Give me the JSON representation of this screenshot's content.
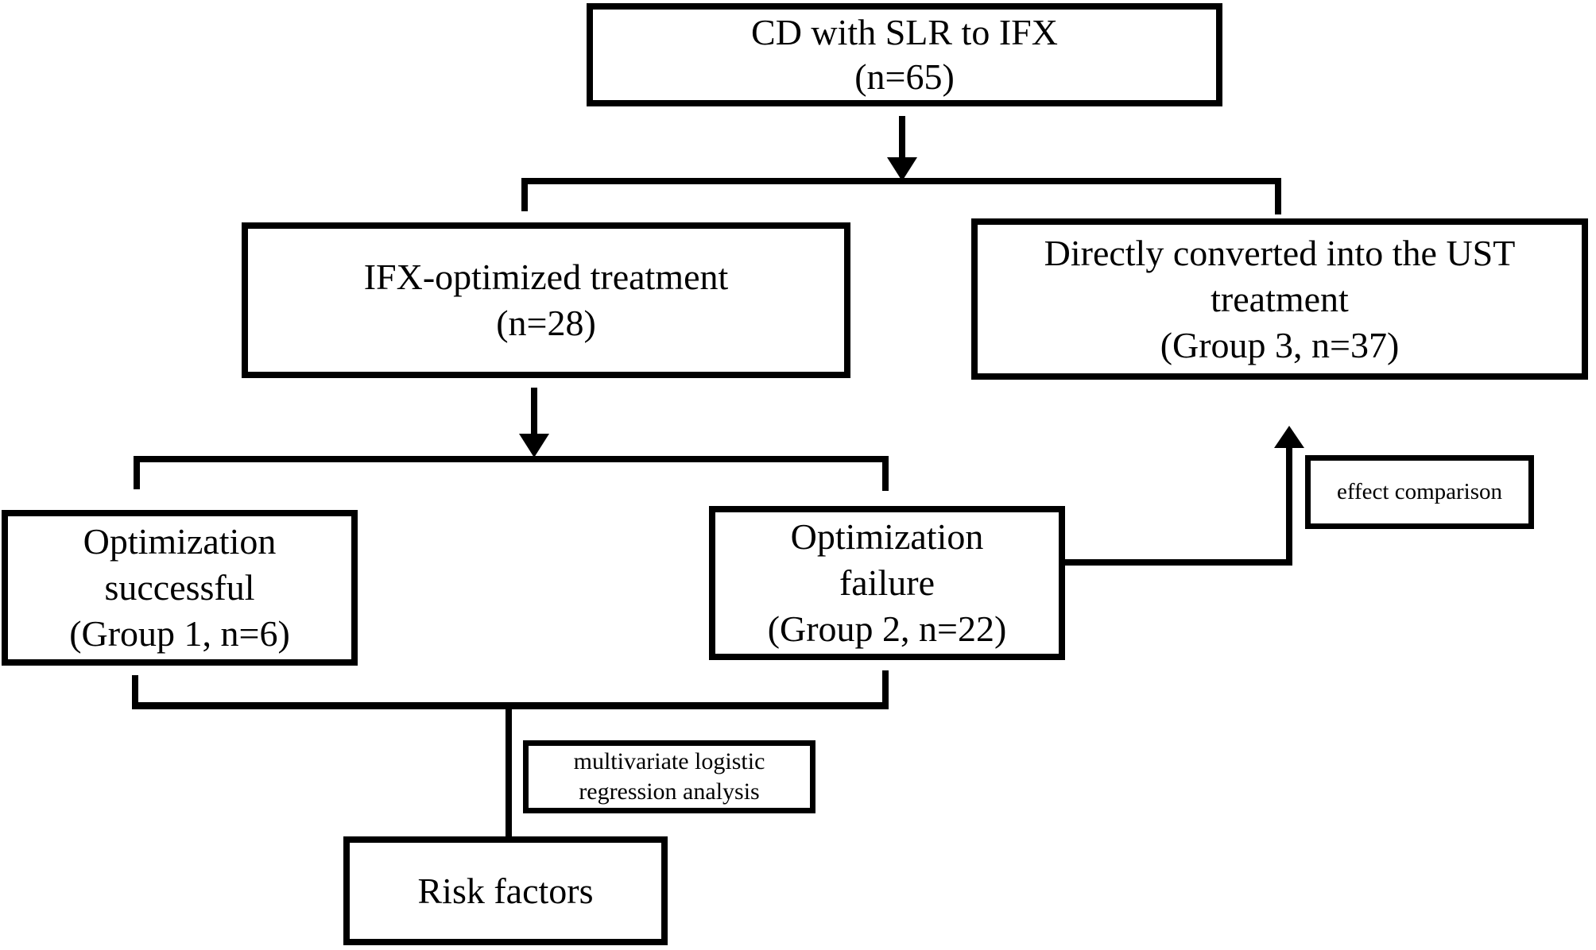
{
  "colors": {
    "ink": "#000000",
    "background": "#ffffff"
  },
  "nodes": {
    "root": {
      "lines": [
        "CD with SLR to IFX",
        "(n=65)"
      ]
    },
    "ifx_optimized": {
      "lines": [
        "IFX-optimized treatment",
        "(n=28)"
      ]
    },
    "ust_converted": {
      "lines": [
        "Directly converted into the UST",
        "treatment",
        "(Group 3, n=37)"
      ]
    },
    "group1": {
      "lines": [
        "Optimization",
        "successful",
        "(Group 1, n=6)"
      ]
    },
    "group2": {
      "lines": [
        "Optimization",
        "failure",
        "(Group 2, n=22)"
      ]
    },
    "effect_comparison": {
      "lines": [
        "effect comparison"
      ]
    },
    "multivariate": {
      "lines": [
        "multivariate logistic",
        "regression analysis"
      ]
    },
    "risk_factors": {
      "lines": [
        "Risk factors"
      ]
    }
  }
}
